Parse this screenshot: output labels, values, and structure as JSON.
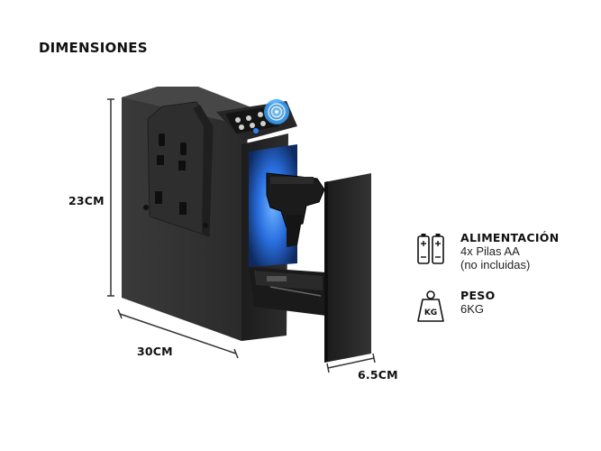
{
  "title": "DIMENSIONES",
  "dimensions": {
    "height": "23CM",
    "width": "30CM",
    "depth": "6.5CM"
  },
  "specs": {
    "power": {
      "icon": "battery-icon",
      "title": "ALIMENTACIÓN",
      "line1": "4x Pilas AA",
      "line2": "(no incluidas)"
    },
    "weight": {
      "icon": "weight-kg-icon",
      "title": "PESO",
      "line1": "6KG",
      "badge": "KG"
    }
  },
  "colors": {
    "body": "#2b2b2b",
    "accent": "#2f80ff",
    "text": "#111111"
  }
}
